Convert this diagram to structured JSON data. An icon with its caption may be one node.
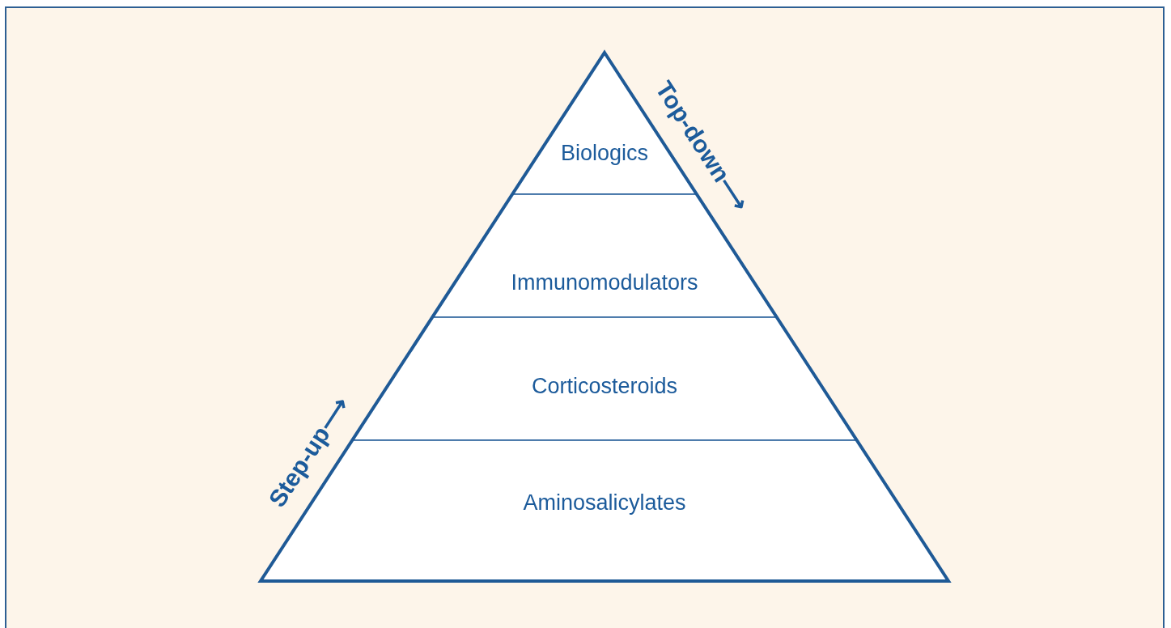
{
  "diagram": {
    "nodes": [
      {
        "text": [
          "Biologics"
        ]
      },
      {
        "text": [
          "Immunomodulators"
        ]
      },
      {
        "text": [
          "Corticosteroids"
        ]
      },
      {
        "text": [
          "Aminosalicylates"
        ]
      }
    ],
    "labels": [
      "Top-down⟶",
      "Step-up⟶"
    ]
  }
}
